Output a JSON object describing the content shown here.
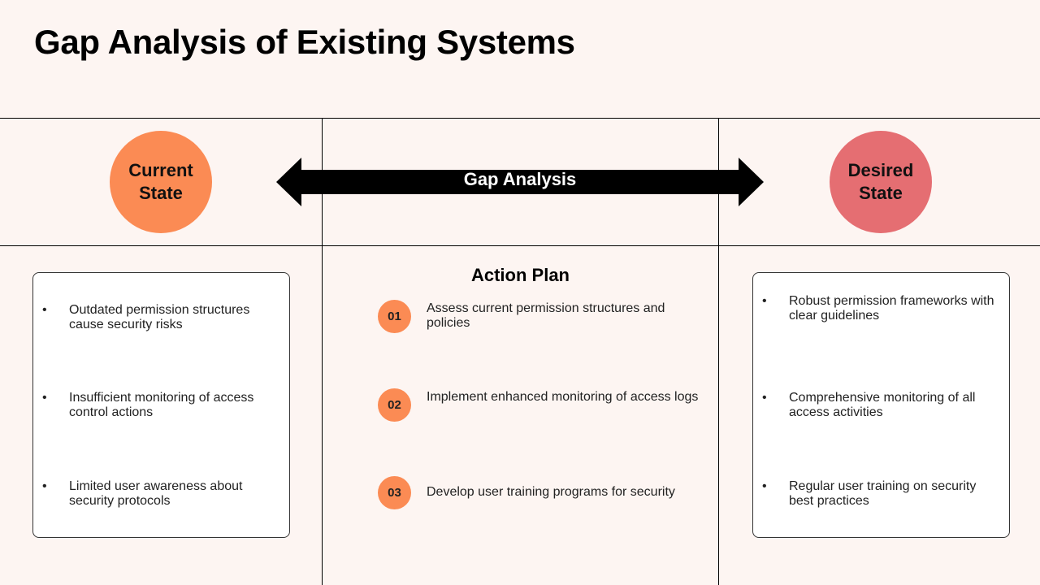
{
  "title": "Gap Analysis of Existing Systems",
  "colors": {
    "background": "#fdf5f2",
    "current_state": "#fb8b54",
    "desired_state": "#e56e72",
    "step_circle": "#fb8b54",
    "arrow": "#000000"
  },
  "current_state": {
    "label": "Current\nState",
    "items": [
      "Outdated permission structures cause security risks",
      "Insufficient monitoring of access control actions",
      "Limited user awareness about security protocols"
    ]
  },
  "gap": {
    "label": "Gap Analysis"
  },
  "desired_state": {
    "label": "Desired\nState",
    "items": [
      "Robust permission frameworks with clear guidelines",
      "Comprehensive monitoring of all access activities",
      "Regular user training on security best practices"
    ]
  },
  "action_plan": {
    "title": "Action Plan",
    "steps": [
      {
        "number": "01",
        "text": "Assess current permission structures and policies"
      },
      {
        "number": "02",
        "text": "Implement enhanced monitoring of access logs"
      },
      {
        "number": "03",
        "text": "Develop user training programs for security"
      }
    ]
  }
}
